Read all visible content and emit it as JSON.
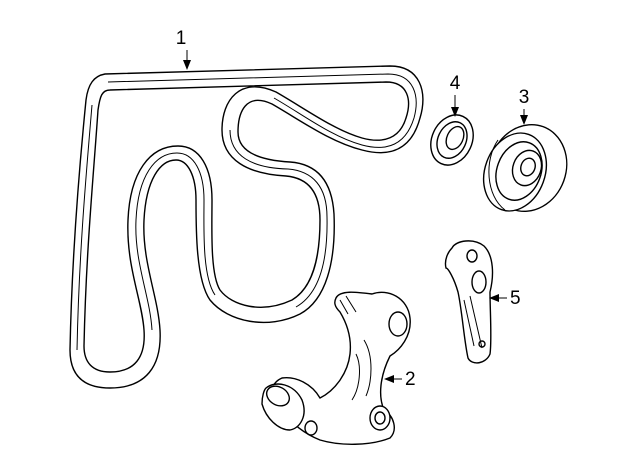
{
  "callouts": {
    "belt": "1",
    "bracket": "2",
    "idler_pulley": "3",
    "dust_shield": "4",
    "tensioner_arm": "5"
  }
}
